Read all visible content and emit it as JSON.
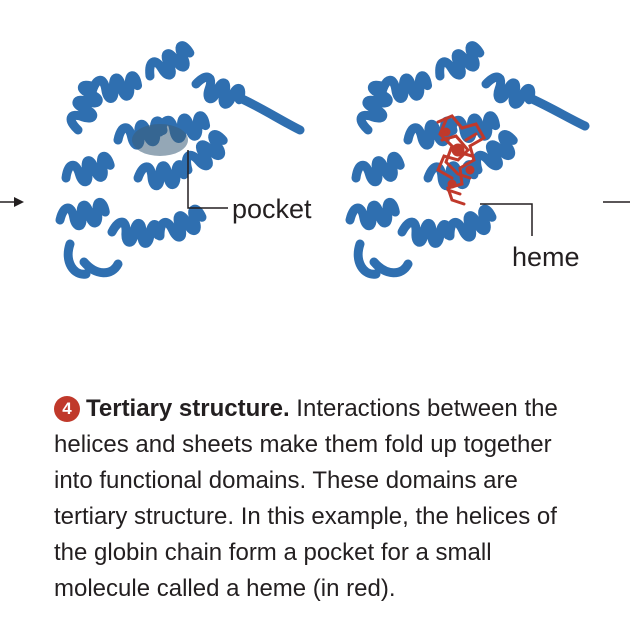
{
  "labels": {
    "pocket": "pocket",
    "heme": "heme"
  },
  "caption": {
    "step_number": "4",
    "title": "Tertiary structure.",
    "body": "Interactions between the helices and sheets make them fold up together into functional domains. These domains are tertiary structure. In this example, the helices of the globin chain form a pocket for a small molecule called a heme (in red)."
  },
  "colors": {
    "protein_blue": "#2f6fb0",
    "protein_light": "#5a95cc",
    "pocket_shade": "#3d5f7a",
    "heme_red": "#c0392b",
    "line": "#231f20",
    "badge": "#c0392b"
  },
  "icons": {
    "incoming_arrow": "arrow-right-icon",
    "step_badge": "numbered-circle-icon"
  }
}
